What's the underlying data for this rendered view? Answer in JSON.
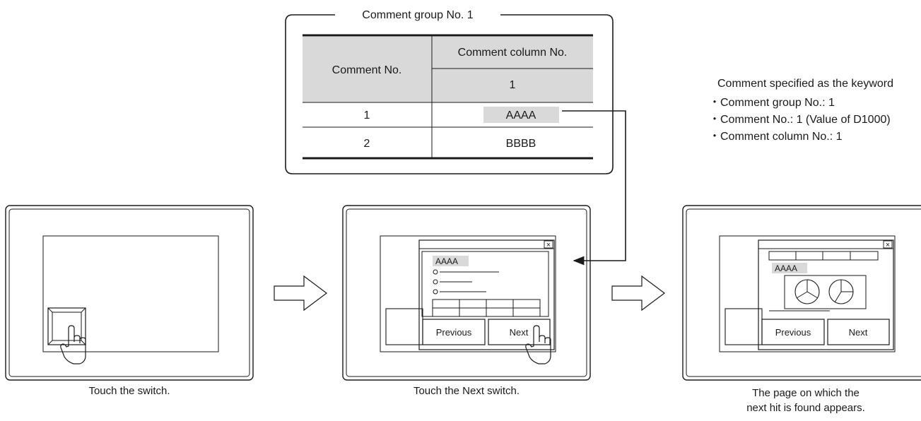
{
  "comment_table": {
    "group_label": "Comment group No. 1",
    "header_comment_no": "Comment No.",
    "header_column_no": "Comment column No.",
    "header_column_value": "1",
    "rows": [
      {
        "no": "1",
        "text": "AAAA"
      },
      {
        "no": "2",
        "text": "BBBB"
      }
    ]
  },
  "keyword_note": {
    "title": "Comment specified as the keyword",
    "items": [
      "・Comment group No.: 1",
      "・Comment No.: 1 (Value of D1000)",
      "・Comment column No.: 1"
    ]
  },
  "panels": [
    {
      "caption_lines": [
        "Touch the switch."
      ]
    },
    {
      "caption_lines": [
        "Touch the Next switch."
      ],
      "window_keyword": "AAAA",
      "prev_label": "Previous",
      "next_label": "Next",
      "close_glyph": "×"
    },
    {
      "caption_lines": [
        "The page on which the",
        "next hit is found appears."
      ],
      "window_keyword": "AAAA",
      "prev_label": "Previous",
      "next_label": "Next",
      "close_glyph": "×"
    }
  ],
  "colors": {
    "highlight": "#d9d9d9",
    "table_header": "#d9d9d9",
    "line": "#1a1a1a"
  }
}
